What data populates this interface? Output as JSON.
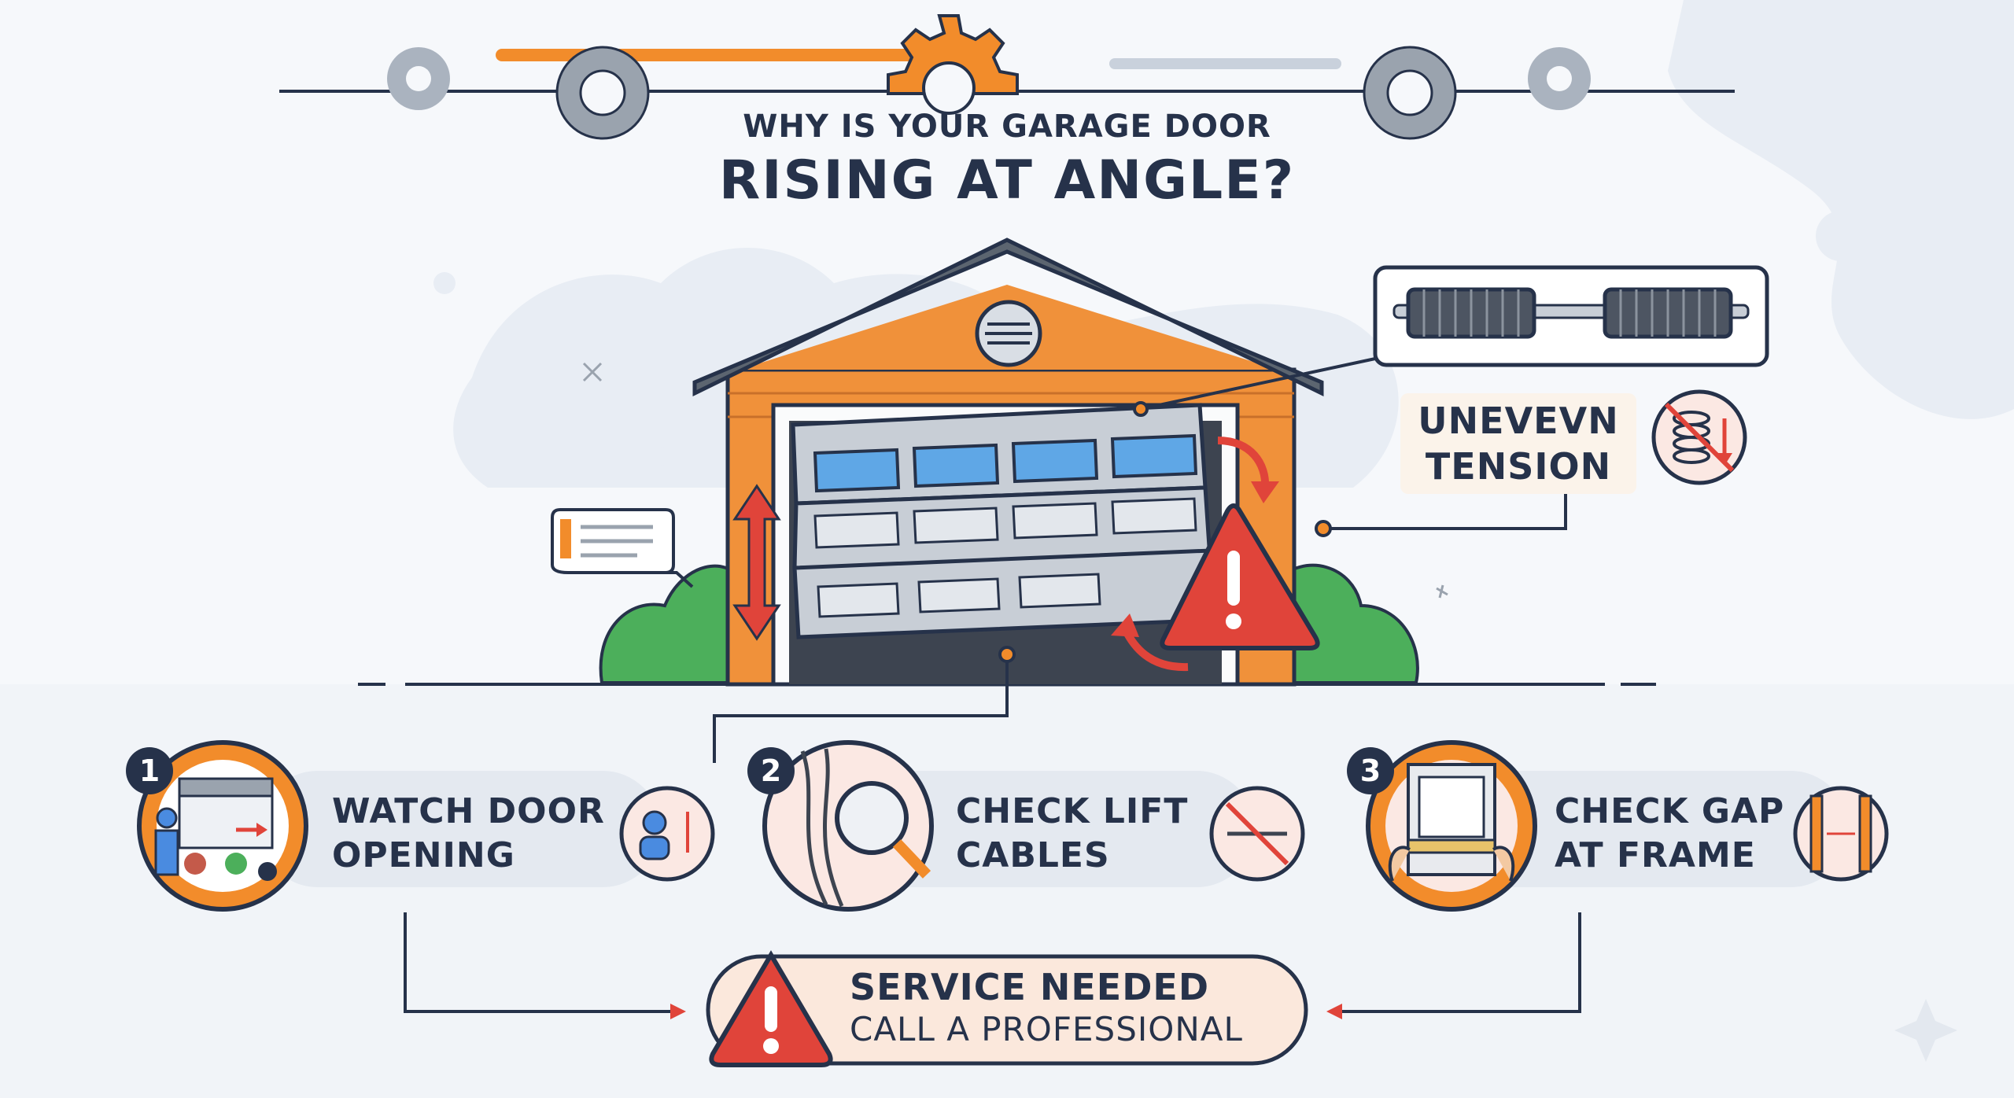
{
  "title": {
    "line1": "WHY IS YOUR GARAGE DOOR",
    "line2": "RISING AT ANGLE?"
  },
  "callout": {
    "tension_label": "UNEVEVN\nTENSION",
    "tension_line1": "UNEVEVN",
    "tension_line2": "TENSION"
  },
  "steps": [
    {
      "number": "1",
      "line1": "WATCH DOOR",
      "line2": "OPENING",
      "icon": "person-watching-icon"
    },
    {
      "number": "2",
      "line1": "CHECK LIFT",
      "line2": "CABLES",
      "icon": "magnifier-cable-icon"
    },
    {
      "number": "3",
      "line1": "CHECK GAP",
      "line2": "AT FRAME",
      "icon": "frame-gap-icon"
    }
  ],
  "service": {
    "title": "SERVICE NEEDED",
    "subtitle": "CALL A PROFESSIONAL",
    "icon": "warning-icon"
  },
  "colors": {
    "accent_orange": "#f28c2b",
    "warning_red": "#e0443a",
    "ink": "#26324a",
    "bush_green": "#4caf5b"
  }
}
